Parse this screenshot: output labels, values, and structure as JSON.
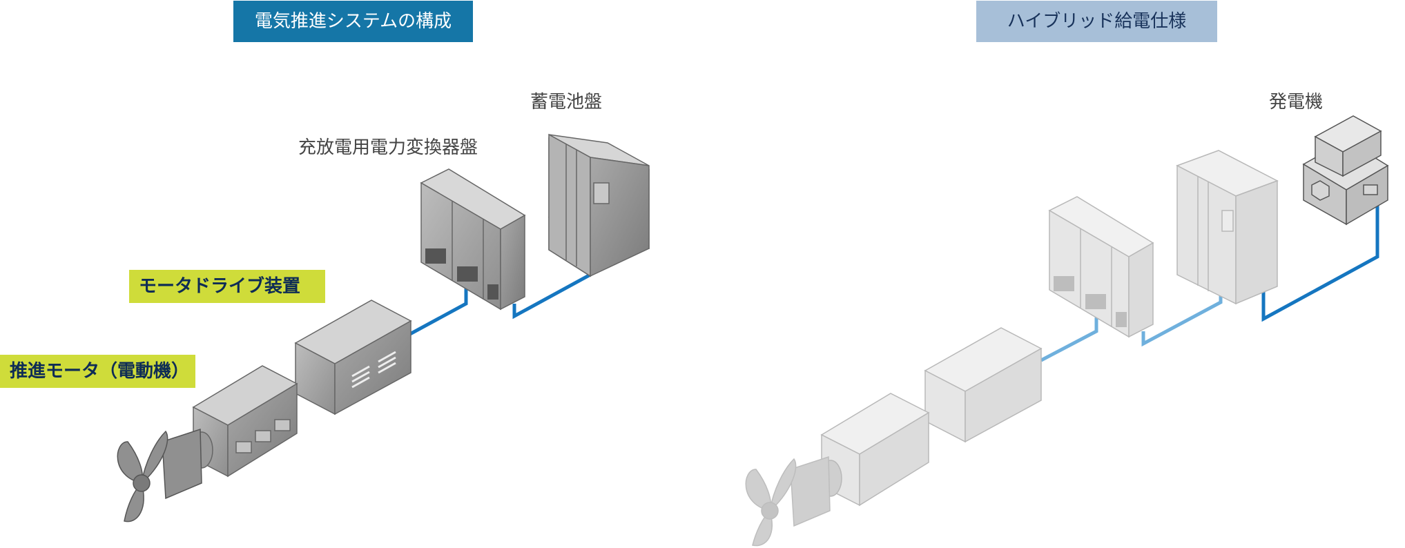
{
  "diagram": {
    "left_panel": {
      "title": "電気推進システムの構成",
      "labels": {
        "battery_panel": "蓄電池盤",
        "converter_panel": "充放電用電力変換器盤",
        "motor_drive": "モータドライブ装置",
        "propulsion_motor": "推進モータ（電動機）"
      }
    },
    "right_panel": {
      "title": "ハイブリッド給電仕様",
      "labels": {
        "generator": "発電機"
      }
    }
  },
  "colors": {
    "title_left_bg": "#1576a7",
    "title_right_bg": "#a7bfd8",
    "badge_bg": "#cfdc3a",
    "cable_dark": "#1576c0",
    "cable_light": "#6fb0dd",
    "equipment_gray": "#9d9d9d"
  }
}
